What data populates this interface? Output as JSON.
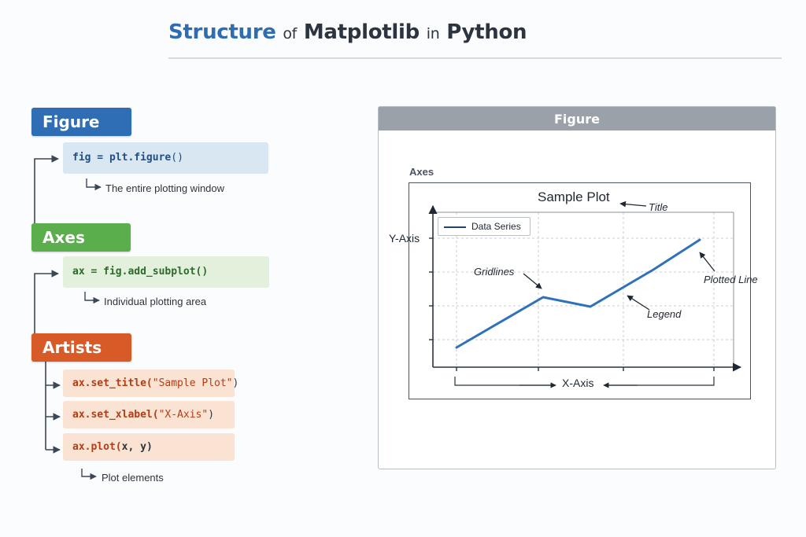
{
  "heading": {
    "word1": "Structure",
    "word2": "of",
    "word3": "Matplotlib",
    "word4": "in",
    "word5": "Python"
  },
  "left": {
    "figure": {
      "label": "Figure",
      "code_var": "fig",
      "code_eq": " = ",
      "code_call": "plt.figure",
      "code_args": "()",
      "desc": "The entire plotting window"
    },
    "axes": {
      "label": "Axes",
      "code": "ax = fig.add_subplot()",
      "desc": "Individual plotting area"
    },
    "artists": {
      "label": "Artists",
      "items": [
        {
          "method": "ax.set_title(",
          "arg": "\"Sample Plot\"",
          "close": ")"
        },
        {
          "method": "ax.set_xlabel(",
          "arg": "\"X-Axis\"",
          "close": ")"
        },
        {
          "method": "ax.plot(",
          "arg": "x, y",
          "close": ")"
        }
      ],
      "desc": "Plot elements"
    }
  },
  "right": {
    "figure_label": "Figure",
    "axes_label": "Axes",
    "plot_title": "Sample Plot",
    "ylabel": "Y-Axis",
    "xlabel": "X-Axis",
    "legend_entry": "Data Series",
    "annotations": {
      "title": "Title",
      "gridlines": "Gridlines",
      "legend": "Legend",
      "plotted_line": "Plotted Line"
    }
  },
  "colors": {
    "figure": "#2f6db5",
    "axes": "#5aae4c",
    "artists": "#d85a26",
    "line": "#2f72ba"
  }
}
